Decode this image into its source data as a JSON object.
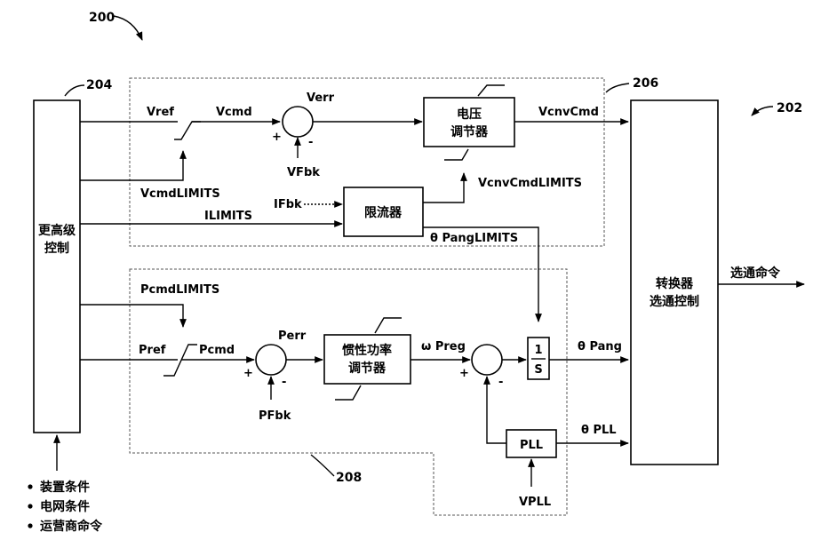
{
  "refs": {
    "r200": "200",
    "r202": "202",
    "r204": "204",
    "r206": "206",
    "r208": "208"
  },
  "blocks": {
    "higher_control": [
      "更高级",
      "控制"
    ],
    "voltage_regulator": [
      "电压",
      "调节器"
    ],
    "limiter": "限流器",
    "inertia_regulator": [
      "惯性功率",
      "调节器"
    ],
    "integrator_num": "1",
    "integrator_den": "S",
    "pll": "PLL",
    "converter_gating": [
      "转换器",
      "选通控制"
    ]
  },
  "signals": {
    "vref": "Vref",
    "vcmd": "Vcmd",
    "verr": "Verr",
    "vfbk": "VFbk",
    "vcnvcmd": "VcnvCmd",
    "vcnvcmdlimits": "VcnvCmdLIMITS",
    "vcmdlimits": "VcmdLIMITS",
    "ifbk": "IFbk",
    "ilimits": "ILIMITS",
    "pangl": "θ PangLIMITS",
    "pcmdlimits": "PcmdLIMITS",
    "pref": "Pref",
    "pcmd": "Pcmd",
    "perr": "Perr",
    "pfbk": "PFbk",
    "preg": "ω Preg",
    "pang": "θ Pang",
    "pll": "θ PLL",
    "vpll": "VPLL",
    "gating_cmd": "选通命令"
  },
  "signs": {
    "plus": "+",
    "minus": "-"
  },
  "inputs": [
    "装置条件",
    "电网条件",
    "运营商命令"
  ]
}
